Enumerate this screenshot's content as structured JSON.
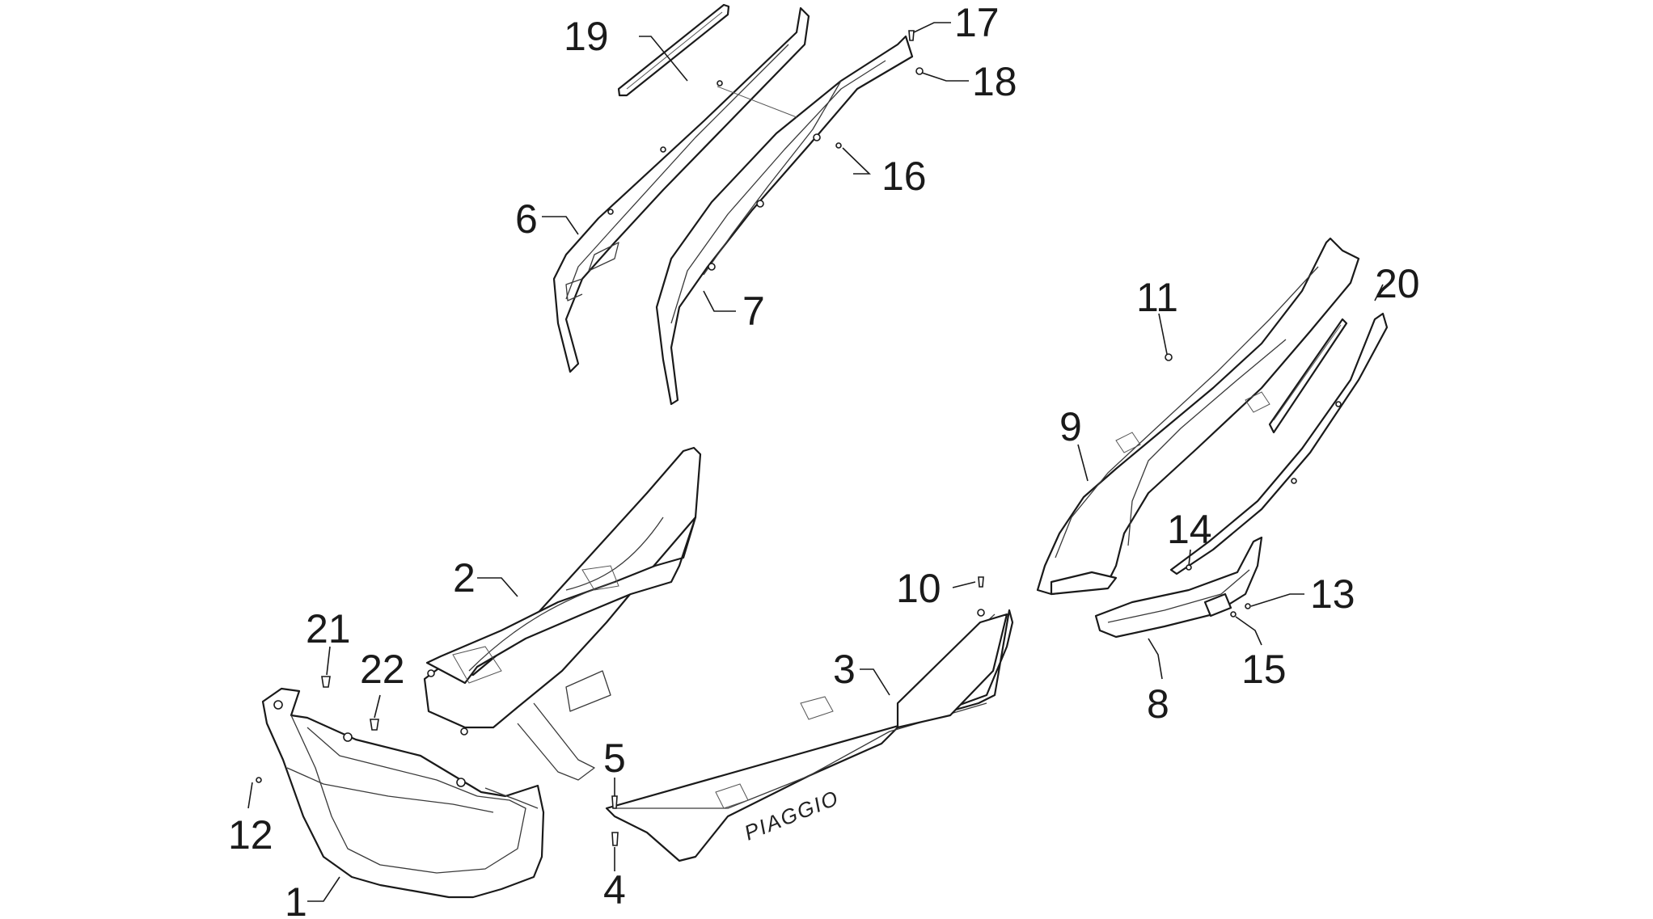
{
  "diagram": {
    "background": "#ffffff",
    "line_color": "#1a1a1a",
    "parts": [
      {
        "id": "1",
        "label": "1"
      },
      {
        "id": "2",
        "label": "2"
      },
      {
        "id": "3",
        "label": "3"
      },
      {
        "id": "4",
        "label": "4"
      },
      {
        "id": "5",
        "label": "5"
      },
      {
        "id": "6",
        "label": "6"
      },
      {
        "id": "7",
        "label": "7"
      },
      {
        "id": "8",
        "label": "8"
      },
      {
        "id": "9",
        "label": "9"
      },
      {
        "id": "10",
        "label": "10"
      },
      {
        "id": "11",
        "label": "11"
      },
      {
        "id": "12",
        "label": "12"
      },
      {
        "id": "13",
        "label": "13"
      },
      {
        "id": "14",
        "label": "14"
      },
      {
        "id": "15",
        "label": "15"
      },
      {
        "id": "16",
        "label": "16"
      },
      {
        "id": "17",
        "label": "17"
      },
      {
        "id": "18",
        "label": "18"
      },
      {
        "id": "19",
        "label": "19"
      },
      {
        "id": "20",
        "label": "20"
      },
      {
        "id": "21",
        "label": "21"
      },
      {
        "id": "22",
        "label": "22"
      }
    ],
    "brand_marking": "PIAGGIO"
  }
}
